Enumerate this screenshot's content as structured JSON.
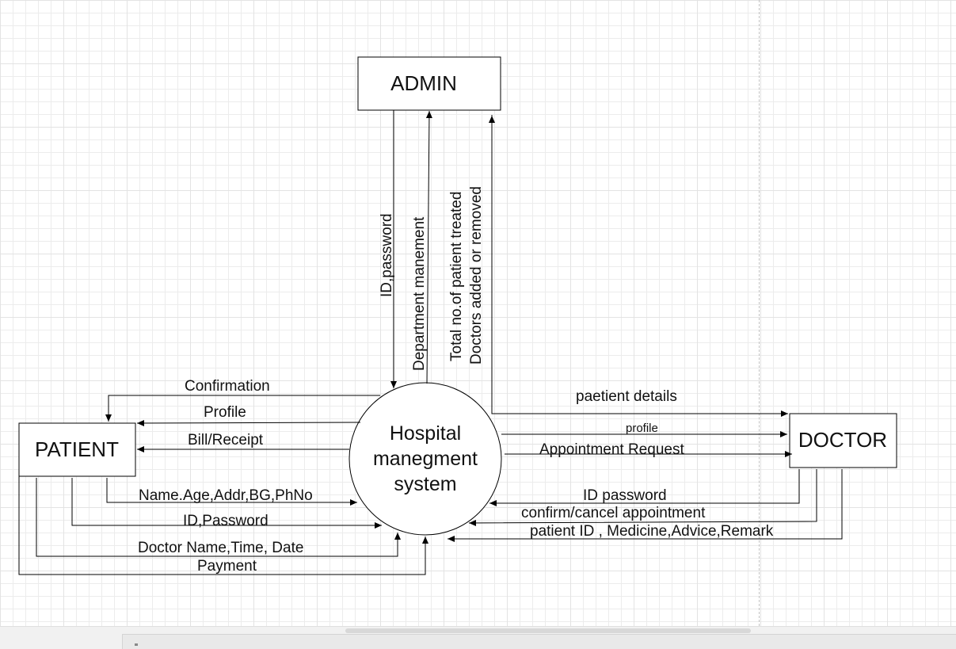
{
  "entities": {
    "admin": "ADMIN",
    "patient": "PATIENT",
    "doctor": "DOCTOR"
  },
  "process": {
    "line1": "Hospital",
    "line2": "manegment",
    "line3": "system"
  },
  "flows": {
    "id_password_admin": "ID,password",
    "department": "Department manement",
    "total_treated": "Total no.of patient treated",
    "doctors_added": "Doctors added or removed",
    "confirmation": "Confirmation",
    "profile_patient": "Profile",
    "bill_receipt": "Bill/Receipt",
    "name_age": "Name.Age,Addr,BG,PhNo",
    "id_password_patient": "ID,Password",
    "doctor_name_time": "Doctor Name,Time, Date",
    "payment": "Payment",
    "patient_details": "paetient details",
    "profile_doctor": "profile",
    "appointment_request": "Appointment Request",
    "id_password_doctor": "ID password",
    "confirm_cancel": "confirm/cancel appointment",
    "patient_medicine": "patient ID , Medicine,Advice,Remark"
  }
}
